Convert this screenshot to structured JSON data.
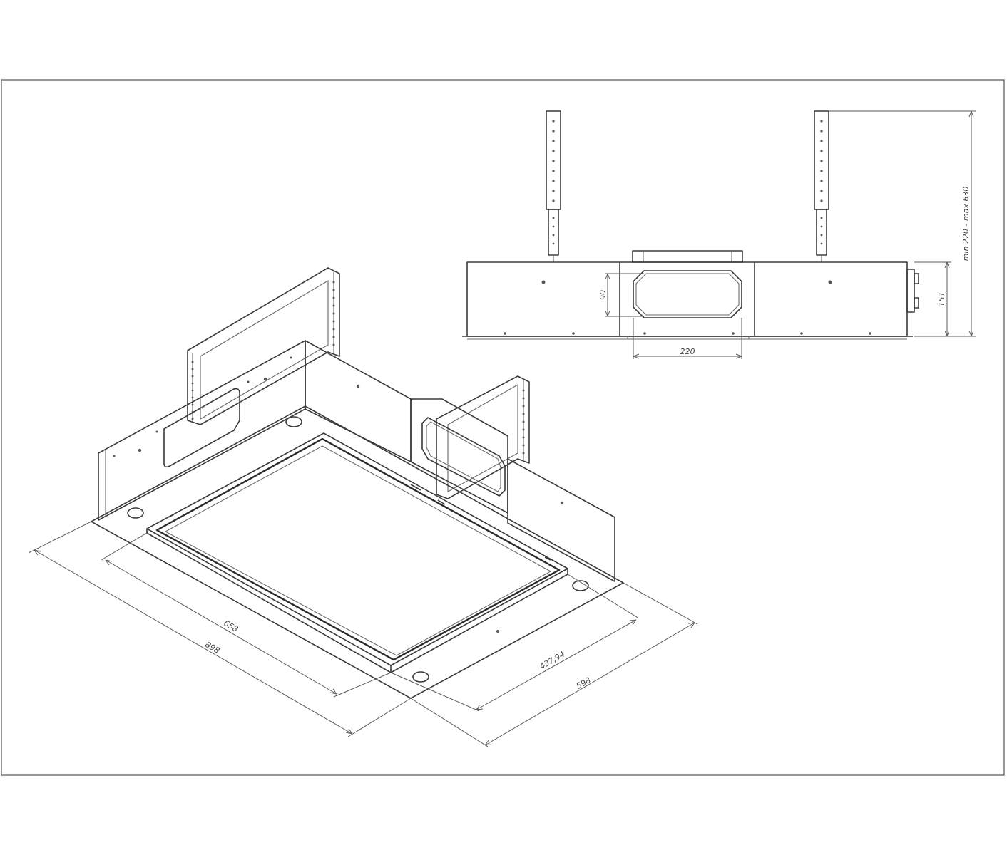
{
  "dimensions": {
    "width_outer": "898",
    "width_inner": "658",
    "depth_outer": "598",
    "depth_inner": "437,94",
    "duct_width": "220",
    "duct_height": "90",
    "body_height": "151",
    "suspension_range": "min 220 - max 630"
  }
}
